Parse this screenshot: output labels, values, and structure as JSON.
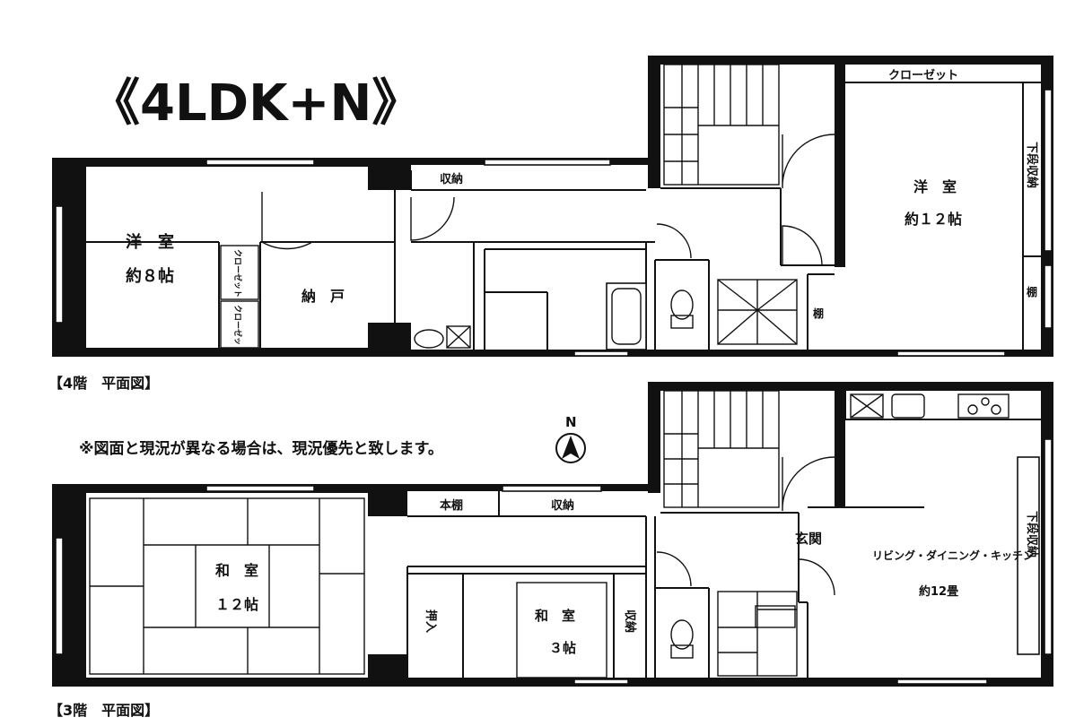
{
  "title": "《4LDK+N》",
  "note": "※図面と現況が異なる場合は、現況優先と致します。",
  "compass": {
    "label": "N"
  },
  "floor4": {
    "caption": "【4階　平面図】",
    "rooms": {
      "western8_name": "洋　室",
      "western8_size": "約８帖",
      "closet_a": "クローゼット",
      "closet_b": "クローゼット",
      "nando": "納　戸",
      "storage": "収納",
      "closet_top": "クローゼット",
      "western12_name": "洋　室",
      "western12_size": "約１２帖",
      "lower_storage": "下段収納",
      "shelf_right": "棚",
      "shelf_stair": "棚"
    }
  },
  "floor3": {
    "caption": "【3階　平面図】",
    "rooms": {
      "washitsu12_name": "和　室",
      "washitsu12_size": "１２帖",
      "bookshelf": "本棚",
      "storage": "収納",
      "oshiire": "押入",
      "washitsu3_name": "和　室",
      "washitsu3_size": "３帖",
      "storage_side": "収納",
      "genkan": "玄関",
      "ldk_name": "リビング・ダイニング・キッチン",
      "ldk_size": "約12畳",
      "lower_storage": "下段収納"
    }
  }
}
